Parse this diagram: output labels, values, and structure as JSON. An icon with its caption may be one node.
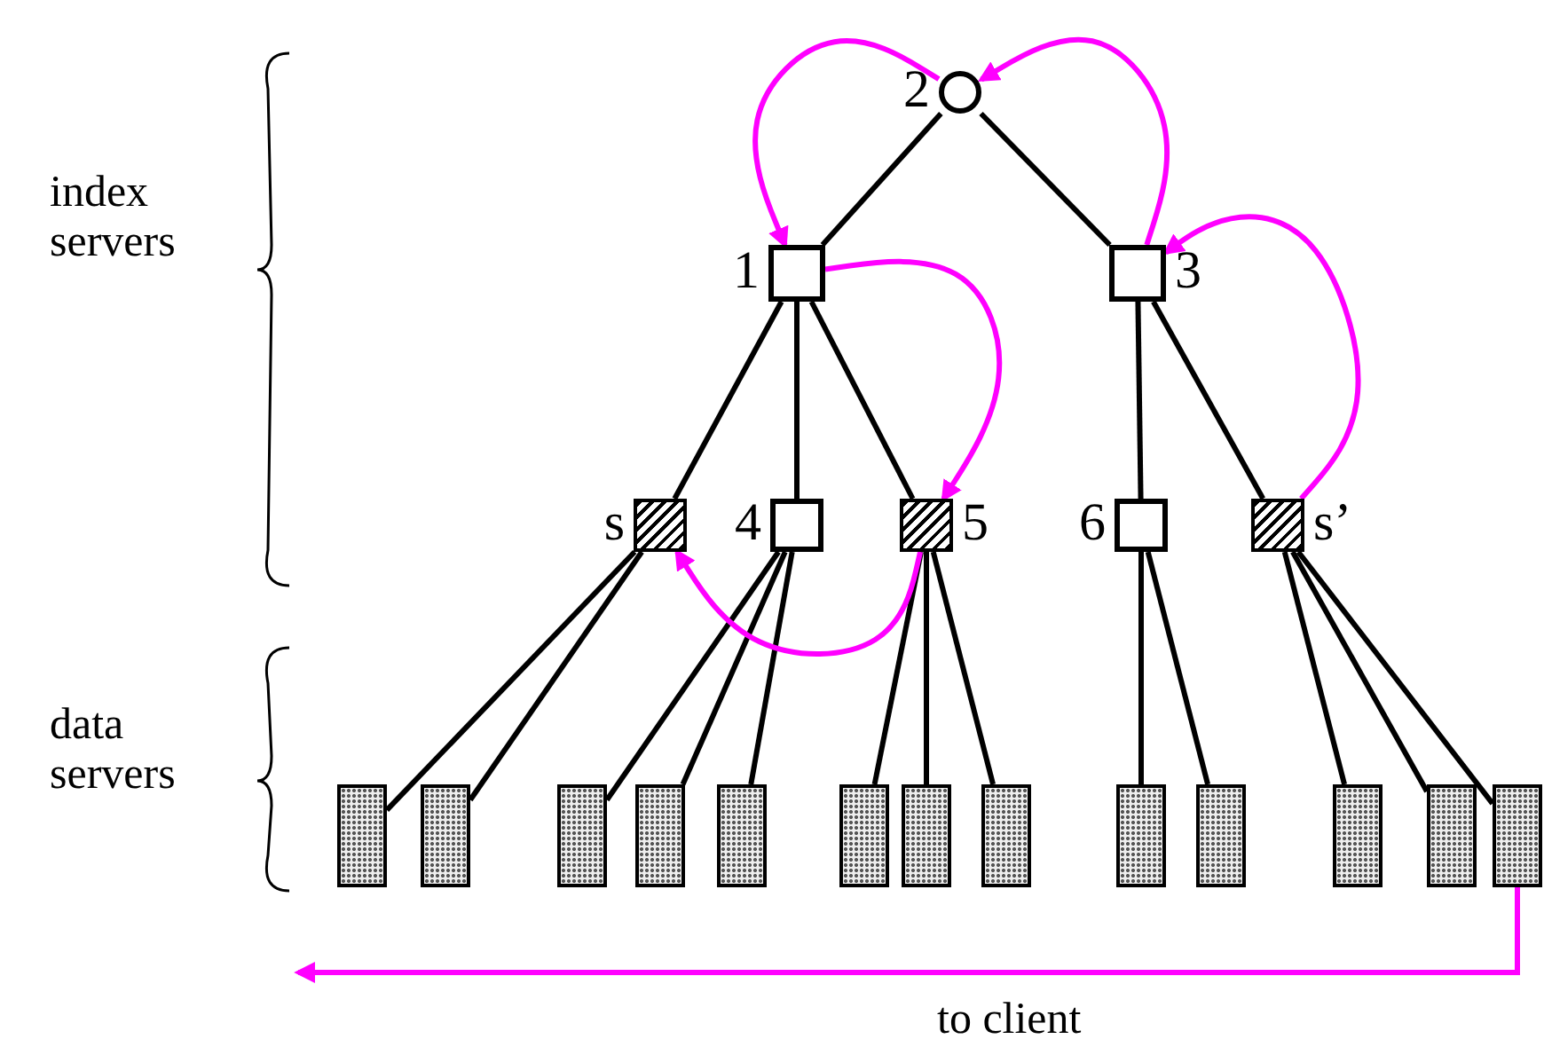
{
  "diagram": {
    "nodes": [
      {
        "text": [],
        "shape": "circle",
        "beside": [
          "2"
        ]
      },
      {
        "text": [],
        "shape": "box",
        "beside": [
          "1"
        ]
      },
      {
        "text": [],
        "shape": "box",
        "beside": [
          "3"
        ]
      },
      {
        "text": [],
        "shape": "box",
        "beside": [
          "s"
        ]
      },
      {
        "text": [],
        "shape": "box",
        "beside": [
          "4"
        ]
      },
      {
        "text": [],
        "shape": "box",
        "beside": [
          "5"
        ]
      },
      {
        "text": [],
        "shape": "box",
        "beside": [
          "6"
        ]
      },
      {
        "text": [],
        "shape": "box",
        "beside": [
          "s’"
        ]
      },
      {
        "text": [],
        "shape": "bar"
      },
      {
        "text": [],
        "shape": "bar"
      },
      {
        "text": [],
        "shape": "bar"
      },
      {
        "text": [],
        "shape": "bar"
      },
      {
        "text": [],
        "shape": "bar"
      },
      {
        "text": [],
        "shape": "bar"
      },
      {
        "text": [],
        "shape": "bar"
      },
      {
        "text": [],
        "shape": "bar"
      },
      {
        "text": [],
        "shape": "bar"
      },
      {
        "text": [],
        "shape": "bar"
      },
      {
        "text": [],
        "shape": "bar"
      },
      {
        "text": [],
        "shape": "bar"
      },
      {
        "text": [],
        "shape": "bar"
      }
    ],
    "edges": [
      {
        "from": 0,
        "to": 1,
        "arrow": "none"
      },
      {
        "from": 0,
        "to": 2,
        "arrow": "none"
      },
      {
        "from": 1,
        "to": 3,
        "arrow": "none"
      },
      {
        "from": 1,
        "to": 4,
        "arrow": "none"
      },
      {
        "from": 1,
        "to": 5,
        "arrow": "none"
      },
      {
        "from": 2,
        "to": 6,
        "arrow": "none"
      },
      {
        "from": 2,
        "to": 7,
        "arrow": "none"
      },
      {
        "from": 3,
        "to": 8,
        "arrow": "none"
      },
      {
        "from": 3,
        "to": 9,
        "arrow": "none"
      },
      {
        "from": 4,
        "to": 10,
        "arrow": "none"
      },
      {
        "from": 4,
        "to": 11,
        "arrow": "none"
      },
      {
        "from": 4,
        "to": 12,
        "arrow": "none"
      },
      {
        "from": 5,
        "to": 13,
        "arrow": "none"
      },
      {
        "from": 5,
        "to": 14,
        "arrow": "none"
      },
      {
        "from": 5,
        "to": 15,
        "arrow": "none"
      },
      {
        "from": 6,
        "to": 16,
        "arrow": "none"
      },
      {
        "from": 6,
        "to": 17,
        "arrow": "none"
      },
      {
        "from": 7,
        "to": 18,
        "arrow": "none"
      },
      {
        "from": 7,
        "to": 19,
        "arrow": "none"
      },
      {
        "from": 7,
        "to": 20,
        "arrow": "none"
      },
      {
        "from": 0,
        "to": 1,
        "arrow": "to",
        "color": "#ff00ff"
      },
      {
        "from": 2,
        "to": 0,
        "arrow": "to",
        "color": "#ff00ff"
      },
      {
        "from": 1,
        "to": 5,
        "arrow": "to",
        "color": "#ff00ff"
      },
      {
        "from": 5,
        "to": 3,
        "arrow": "to",
        "color": "#ff00ff"
      },
      {
        "from": 7,
        "to": 2,
        "arrow": "to",
        "color": "#ff00ff"
      },
      {
        "from": 20,
        "to": null,
        "arrow": "to",
        "label": "to client",
        "color": "#ff00ff"
      }
    ],
    "labels": [
      "index servers",
      "data servers"
    ]
  }
}
